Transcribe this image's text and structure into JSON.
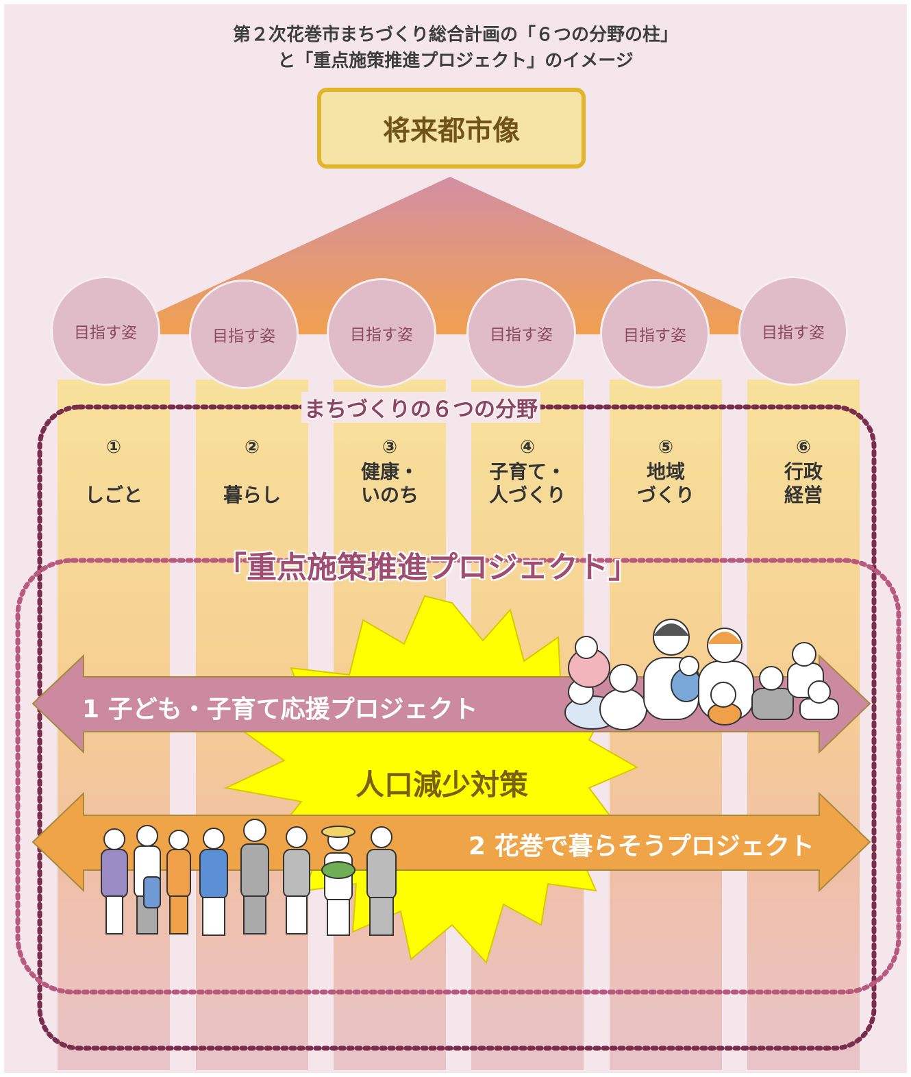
{
  "title": {
    "line1": "第２次花巻市まちづくり総合計画の「６つの分野の柱」",
    "line2": "と「重点施策推進プロジェクト」のイメージ"
  },
  "future_vision": "将来都市像",
  "goal_label": "目指す姿",
  "fields_section_label": "まちづくりの６つの分野",
  "fields": [
    {
      "num": "①",
      "lines": [
        "",
        "しごと"
      ]
    },
    {
      "num": "②",
      "lines": [
        "",
        "暮らし"
      ]
    },
    {
      "num": "③",
      "lines": [
        "健康・",
        "いのち"
      ]
    },
    {
      "num": "④",
      "lines": [
        "子育て・",
        "人づくり"
      ]
    },
    {
      "num": "⑤",
      "lines": [
        "地域",
        "づくり"
      ]
    },
    {
      "num": "⑥",
      "lines": [
        "行政",
        "経営"
      ]
    }
  ],
  "project_section_title": "「重点施策推進プロジェクト」",
  "project1": "1  子ども・子育て応援プロジェクト",
  "project2": "2  花巻で暮らそうプロジェクト",
  "center_label": "人口減少対策",
  "colors": {
    "background": "#f5e6eb",
    "pillar_top": "#f7e19b",
    "circle": "#e0bcc9",
    "roof_top": "#d38fa4",
    "roof_bottom": "#f0a050",
    "future_border": "#e0b52a",
    "arrow1": "#cc8aa0",
    "arrow2": "#f0a448",
    "starburst": "#ffff00",
    "dots_fields": "#7a2e4e",
    "dots_project": "#b85a7e"
  }
}
